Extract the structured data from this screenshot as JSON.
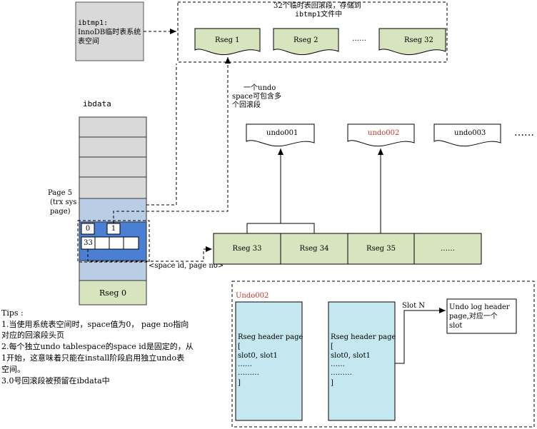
{
  "ibtmp1": {
    "line1": "ibtmp1:",
    "line2": "InnoDB临时表系统",
    "line3": "表空间"
  },
  "temp_group": {
    "caption_line1": "32个临时表回滚段，存储到",
    "caption_line2": "ibtmp1文件中",
    "segments": [
      "Rseg 1",
      "Rseg 2",
      "Rseg 32"
    ],
    "ellipsis": "……"
  },
  "ibdata": {
    "title": "ibdata",
    "page5_line1": "Page 5",
    "page5_line2": "(trx sys",
    "page5_line3": "page)",
    "slot0": "0",
    "slot1": "1",
    "slot33": "33",
    "rseg0": "Rseg 0"
  },
  "undo_note": {
    "line1": "一个undo",
    "line2": "space可包含多",
    "line3": "个回滚段"
  },
  "undo_spaces": {
    "items": [
      "undo001",
      "undo002",
      "undo003"
    ],
    "ellipsis": "……"
  },
  "undo_rsegs": {
    "items": [
      "Rseg 33",
      "Rseg 34",
      "Rseg 35",
      "……"
    ]
  },
  "pointer_label": "<space id, page no>",
  "undo002_detail": {
    "title": "Undo002",
    "page1": {
      "line1": "Rseg header page",
      "line2": "[",
      "line3": "slot0, slot1",
      "line4": "……",
      "line5": "………",
      "line6": "]"
    },
    "page2": {
      "line1": "Rseg header page",
      "line2": "[",
      "line3": "slot0, slot1",
      "line4": "……",
      "line5": "………",
      "line6": "]"
    },
    "slot_label": "Slot N",
    "undo_log": {
      "line1": "Undo log header",
      "line2": "page,对应一个",
      "line3": "slot"
    }
  },
  "tips": {
    "title": "Tips :",
    "line1": "1.当使用系统表空间时，space值为0，  page no指向",
    "line2": "对应的回滚段头页",
    "line3": "2.每个独立undo tablespace的space id是固定的，从",
    "line4": "1开始，这意味着只能在install阶段启用独立undo表",
    "line5": "空间。",
    "line6": "3.0号回滚段被预留在ibdata中"
  },
  "colors": {
    "green_fill": "#d7e4bd",
    "blue_fill": "#b9cde5",
    "blue_dark": "#4a7fd4",
    "cyan_fill": "#c5e7ef",
    "grey_fill": "#d9d9d9",
    "accent_red": "#c0392b"
  }
}
